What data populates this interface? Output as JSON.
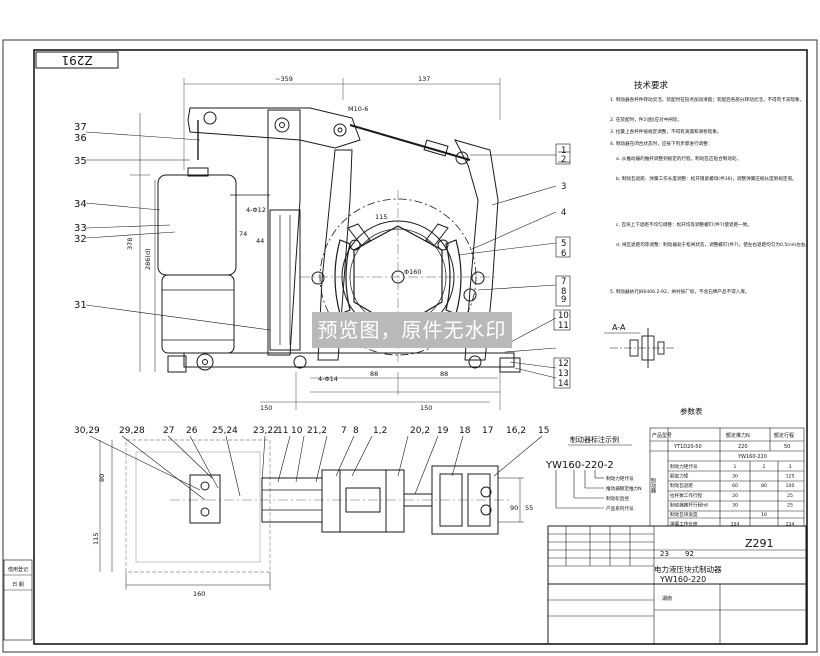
{
  "drawing": {
    "code_stamp": "Z291",
    "code_main": "Z291",
    "title_cn": "电力液压块式制动器",
    "model": "YW160-220",
    "dim_359": "~359",
    "dim_137": "137",
    "dim_378": "378",
    "dim_286": "286(d)",
    "dim_74": "74",
    "dim_44": "44",
    "dim_115": "115",
    "dim_phi160": "Φ160",
    "dim_88a": "88",
    "dim_88b": "88",
    "dim_150a": "150",
    "dim_150b": "150",
    "dim_4phi14": "4-Φ14",
    "dim_m": "M10-6",
    "dim_top_4phi": "4-Φ12",
    "dim_80": "80",
    "dim_115b": "115",
    "dim_160": "160",
    "dim_55": "55",
    "dim_90": "90",
    "section": "A-A",
    "balloons_left": [
      "37",
      "36",
      "35",
      "34",
      "33",
      "32",
      "31"
    ],
    "balloons_right": [
      "1",
      "2",
      "3",
      "4",
      "5",
      "6",
      "7",
      "8",
      "9",
      "10",
      "11",
      "12",
      "13",
      "14"
    ],
    "balloons_bottom": [
      "30,29",
      "29,28",
      "27",
      "26",
      "25,24",
      "23,22",
      "11",
      "10",
      "21,2",
      "7",
      "8",
      "1,2",
      "20,2",
      "19",
      "18",
      "17",
      "16,2",
      "15"
    ]
  },
  "notes": {
    "heading": "技术要求",
    "items": [
      "1. 制动器各杆件转动灵活，装配时在铰点加润滑脂；装配后各部分转动灵活，不得有卡滞现象。",
      "2. 在装配时，件2(图)应对中闸轮。",
      "3. 拉簧上各杆件按规定调整，不得有滴漏和滑移现象。",
      "4. 制动器在闭合状态时，应按下列步骤进行调整：",
      "a. 从推动器的推杆调整到规定的行程，制动瓦应贴合制动轮。",
      "b. 制动瓦退距、弹簧工作长度调整：松开锁紧螺母(件36)，调整弹簧压缩长度到规定值。",
      "c. 瓦块上下退距不均匀调整：松开均等调整螺钉(件7)使退距一致。",
      "d. 闸瓦退距均等调整：制动器处于松闸状态，调整螺钉(件7)，使左右退距均匀为0.5mm左右。",
      "5. 制动器执行JB6406.2-92，闸衬按厂标，不含石棉产品不得入库。"
    ]
  },
  "params": {
    "title": "参数表",
    "col_product": "产品型号",
    "col_force": "额定推力N",
    "col_stroke": "额定行程",
    "pusher_model": "YT1D20-50",
    "pusher_force": "220",
    "pusher_stroke": "50",
    "brake_label": "制动器",
    "brake_model": "YW160-220",
    "rows": [
      {
        "label": "制动力矩代号",
        "v": [
          "1",
          "2",
          "3"
        ]
      },
      {
        "label": "额定力矩",
        "v": [
          "30",
          "",
          "125"
        ]
      },
      {
        "label": "制动瓦退距",
        "v": [
          "60",
          "80",
          "100"
        ]
      },
      {
        "label": "拉杆数工作行程",
        "v": [
          "20",
          "",
          "25"
        ]
      },
      {
        "label": "制动器推杆行程h6",
        "v": [
          "30",
          "",
          "25"
        ]
      },
      {
        "label": "制动瓦块宽度",
        "v": [
          "",
          "10",
          ""
        ]
      },
      {
        "label": "弹簧工作长度",
        "v": [
          "154",
          "",
          "134"
        ]
      }
    ]
  },
  "example": {
    "title": "制动器标注示例",
    "code": "YW160-220-2",
    "lbl1": "制动力矩代号",
    "lbl2": "推动器额定推力N",
    "lbl3": "制动轮直径",
    "lbl4": "产品系列代号"
  },
  "title_block": {
    "title": "电力液压块式制动器",
    "model": "YW160-220",
    "code": "Z291",
    "sheet_a": "23",
    "sheet_b": "92",
    "school": "湖南"
  },
  "side_labels": {
    "stamp1": "借用登记",
    "stamp2": "日 期"
  },
  "watermark": "预览图，原件无水印"
}
